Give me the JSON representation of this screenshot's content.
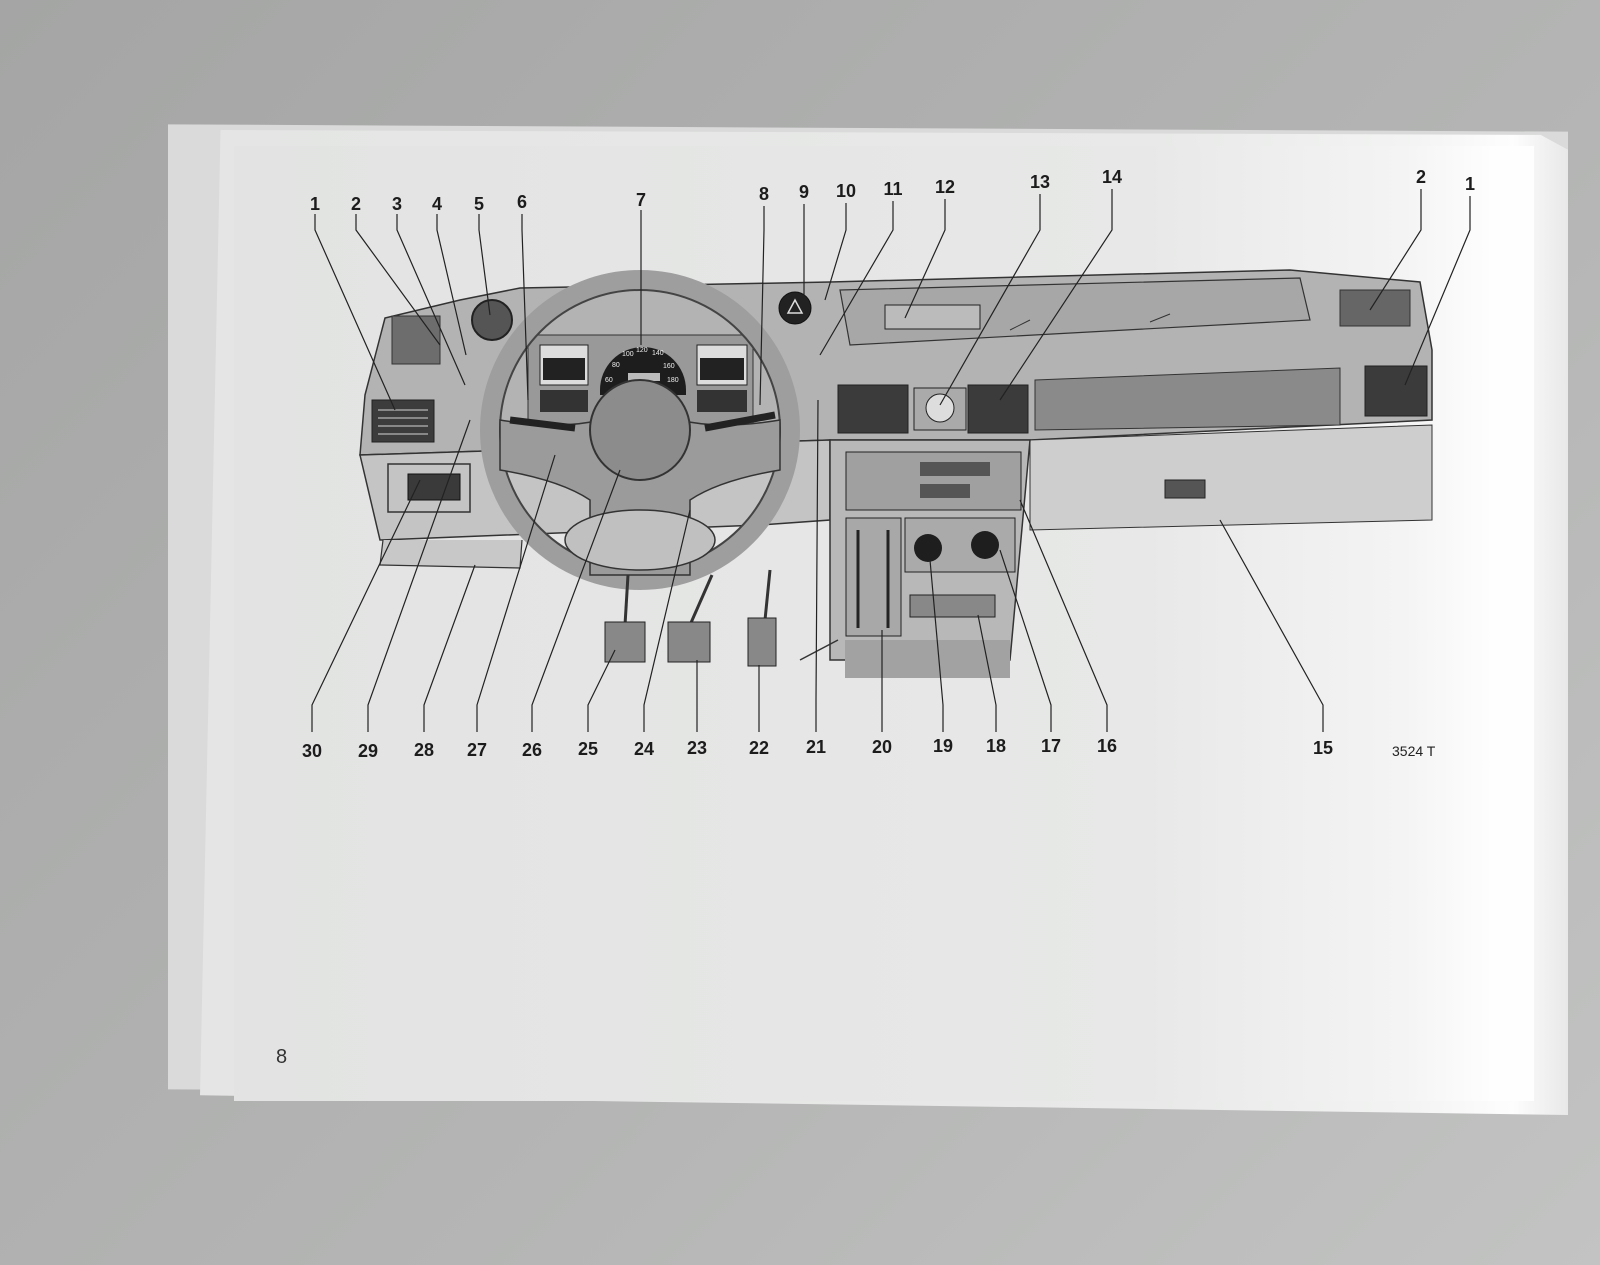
{
  "page": {
    "number": "8",
    "figure_code": "3524 T"
  },
  "callouts_top": [
    "1",
    "2",
    "3",
    "4",
    "5",
    "6",
    "7",
    "8",
    "9",
    "10",
    "11",
    "12",
    "13",
    "14",
    "2",
    "1"
  ],
  "callouts_bottom": [
    "30",
    "29",
    "28",
    "27",
    "26",
    "25",
    "24",
    "23",
    "22",
    "21",
    "20",
    "19",
    "18",
    "17",
    "16",
    "15"
  ],
  "speedometer": {
    "scale": [
      "60",
      "80",
      "100",
      "120",
      "140",
      "160",
      "180"
    ]
  }
}
